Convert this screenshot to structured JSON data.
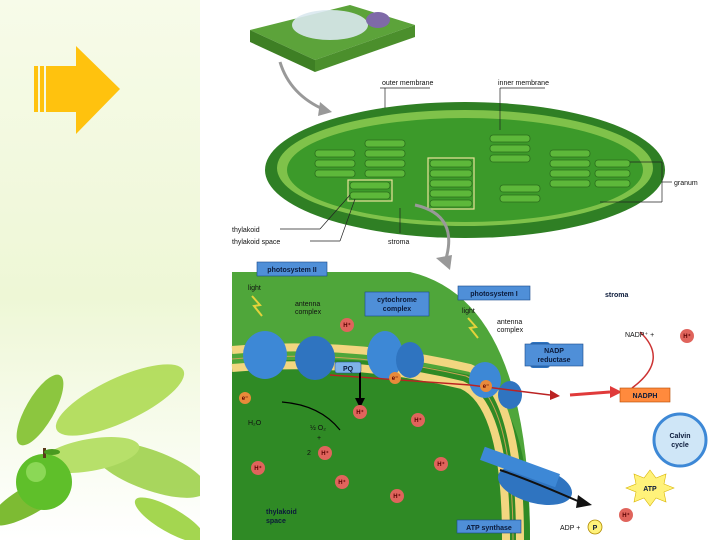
{
  "labels": {
    "outer_membrane": "outer membrane",
    "inner_membrane": "inner membrane",
    "granum": "granum",
    "thylakoid": "thylakoid",
    "thylakoid_space": "thylakoid space",
    "stroma": "stroma",
    "photosystem_ii": "photosystem II",
    "cytochrome_complex_line1": "cytochrome",
    "cytochrome_complex_line2": "complex",
    "photosystem_i": "photosystem I",
    "stroma_bottom": "stroma",
    "light_1": "light",
    "light_2": "light",
    "antenna_complex_1_line1": "antenna",
    "antenna_complex_1_line2": "complex",
    "antenna_complex_2_line1": "antenna",
    "antenna_complex_2_line2": "complex",
    "nadp_reductase_line1": "NADP",
    "nadp_reductase_line2": "reductase",
    "nadp_plus": "NADP⁺ +",
    "h_plus": "H⁺",
    "nadph": "NADPH",
    "calvin_cycle_line1": "Calvin",
    "calvin_cycle_line2": "cycle",
    "atp": "ATP",
    "adp_plus": "ADP +",
    "p": "P",
    "atp_synthase": "ATP synthase",
    "pq": "PQ",
    "h2o": "H₂O",
    "half_o2": "½ O₂",
    "plus": "+",
    "two_h": "2",
    "thylakoid_space_bottom_line1": "thylakoid",
    "thylakoid_space_bottom_line2": "space",
    "e_minus": "e⁻"
  },
  "colors": {
    "arrow": "#ffc20e",
    "chloroplast": "#3f9b2c",
    "box_blue": "#4f8fd8",
    "protein": "#3d88d6",
    "h_ion": "#e0645c",
    "nadph_box": "#ff8a3d",
    "membrane_yellow": "#f2d680"
  }
}
